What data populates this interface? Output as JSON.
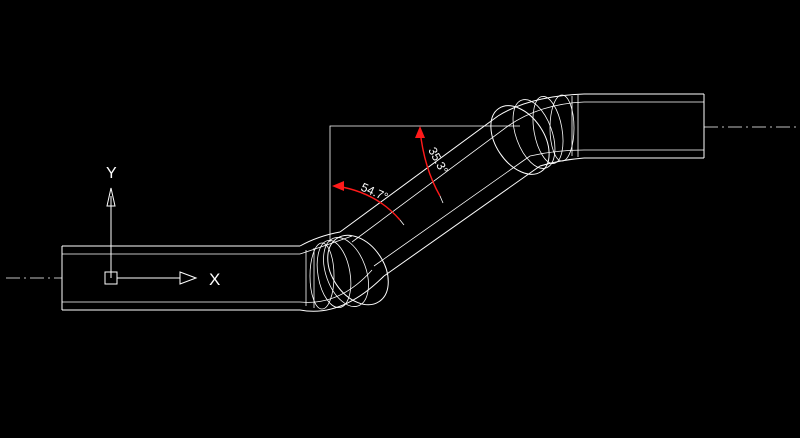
{
  "axes": {
    "x_label": "X",
    "y_label": "Y"
  },
  "dimensions": [
    {
      "id": "angle-a",
      "value": "54.7°"
    },
    {
      "id": "angle-b",
      "value": "35.3°"
    }
  ],
  "colors": {
    "background": "#000000",
    "geometry": "#ffffff",
    "dimension_arrow": "#ff1a1a"
  }
}
